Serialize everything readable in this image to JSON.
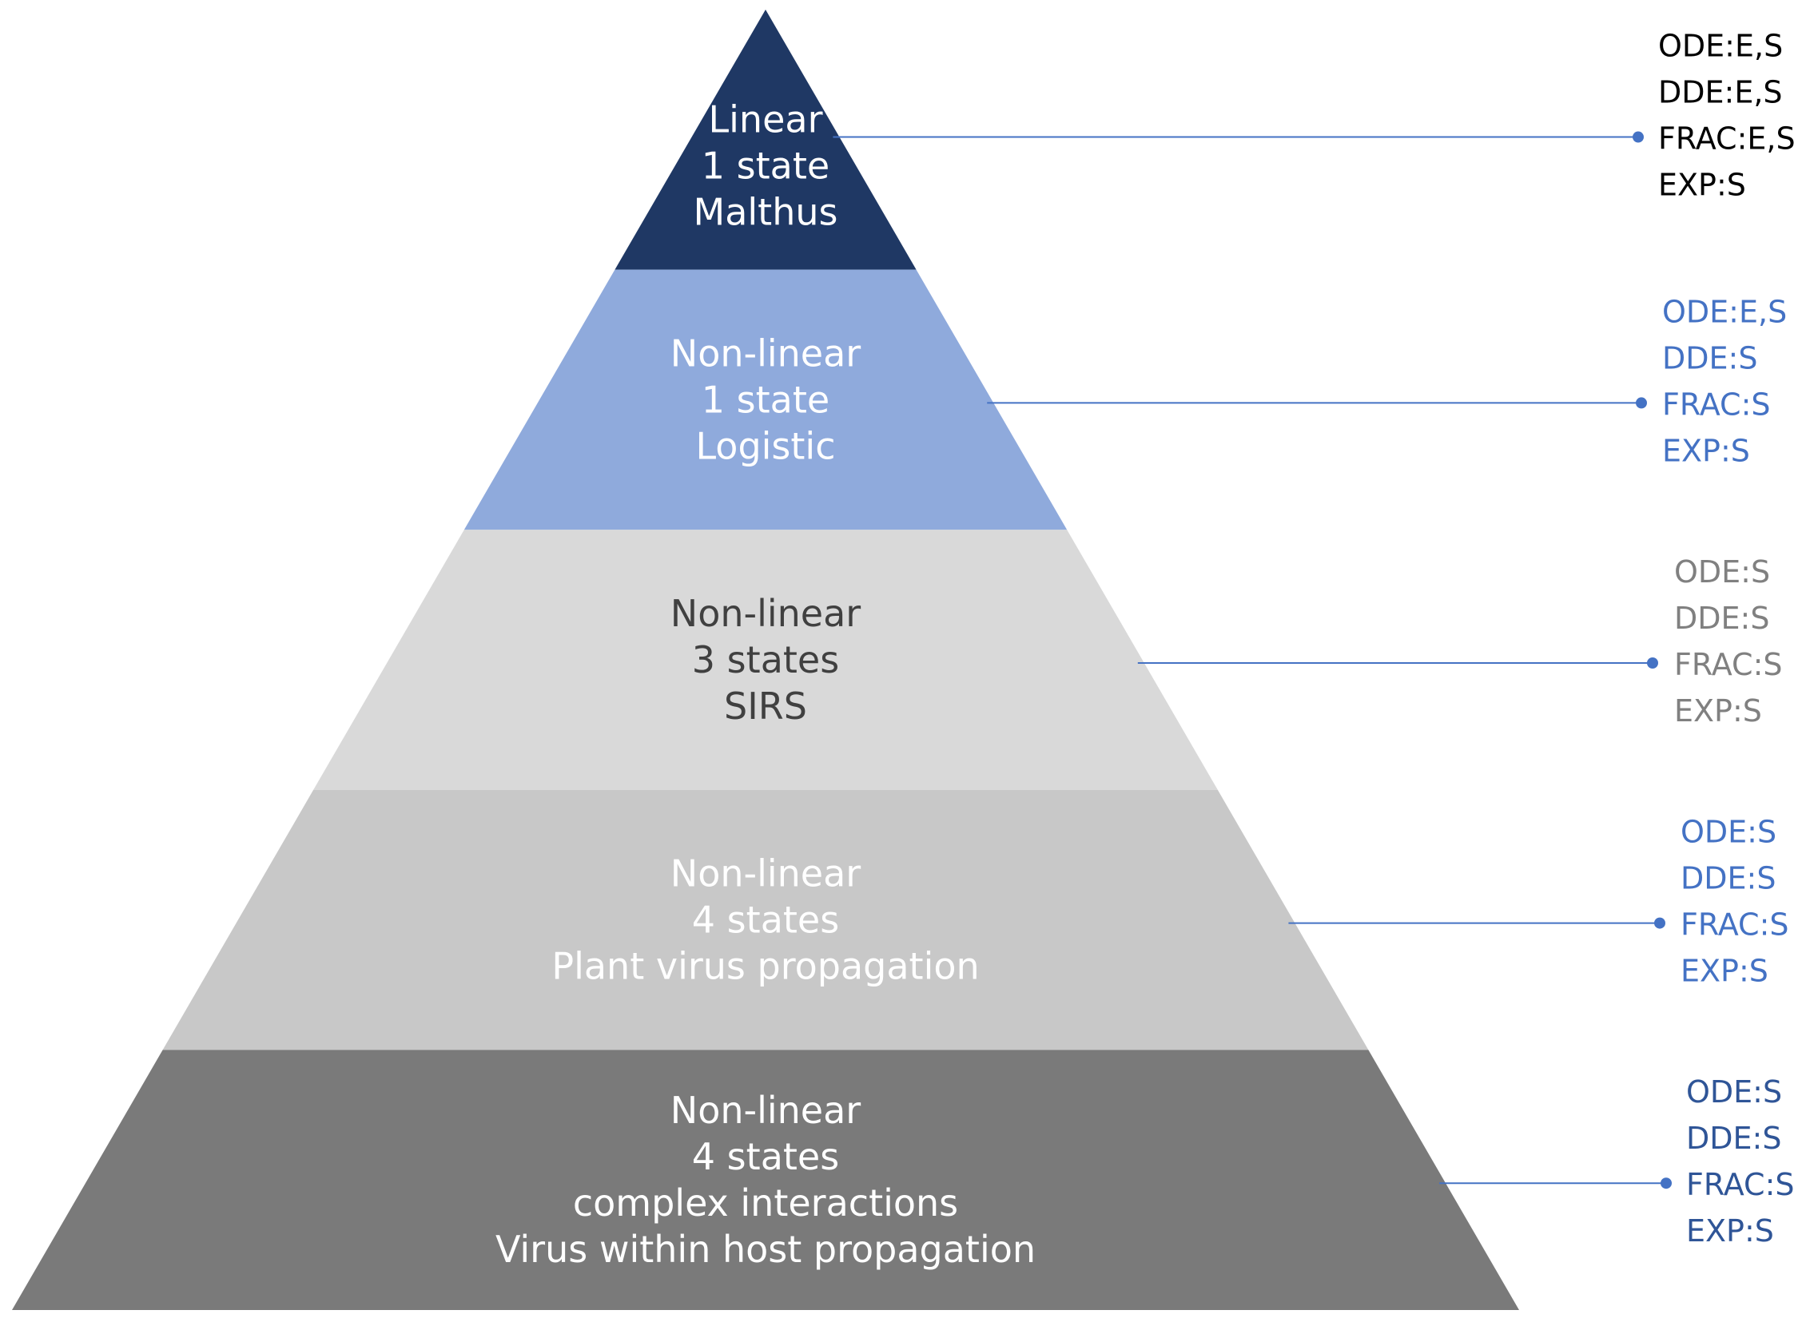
{
  "tiers": [
    {
      "lines": [
        "Linear",
        "1 state",
        "Malthus"
      ],
      "fill": "#1f3864",
      "text_color": "#ffffff",
      "annotation": {
        "lines": [
          "ODE:E,S",
          "DDE:E,S",
          "FRAC:E,S",
          "EXP:S"
        ],
        "color": "#000000"
      }
    },
    {
      "lines": [
        "Non-linear",
        "1 state",
        "Logistic"
      ],
      "fill": "#8faadc",
      "text_color": "#ffffff",
      "annotation": {
        "lines": [
          "ODE:E,S",
          "DDE:S",
          "FRAC:S",
          "EXP:S"
        ],
        "color": "#4472c4"
      }
    },
    {
      "lines": [
        "Non-linear",
        "3 states",
        "SIRS"
      ],
      "fill": "#d9d9d9",
      "text_color": "#404040",
      "annotation": {
        "lines": [
          "ODE:S",
          "DDE:S",
          "FRAC:S",
          "EXP:S"
        ],
        "color": "#808080"
      }
    },
    {
      "lines": [
        "Non-linear",
        "4 states",
        "Plant virus propagation"
      ],
      "fill": "#c8c8c8",
      "text_color": "#ffffff",
      "annotation": {
        "lines": [
          "ODE:S",
          "DDE:S",
          "FRAC:S",
          "EXP:S"
        ],
        "color": "#4472c4"
      }
    },
    {
      "lines": [
        "Non-linear",
        "4 states",
        "complex interactions",
        "Virus within host propagation"
      ],
      "fill": "#7a7a7a",
      "text_color": "#ffffff",
      "annotation": {
        "lines": [
          "ODE:S",
          "DDE:S",
          "FRAC:S",
          "EXP:S"
        ],
        "color": "#2f5597"
      }
    }
  ],
  "connector_color": "#4472c4"
}
